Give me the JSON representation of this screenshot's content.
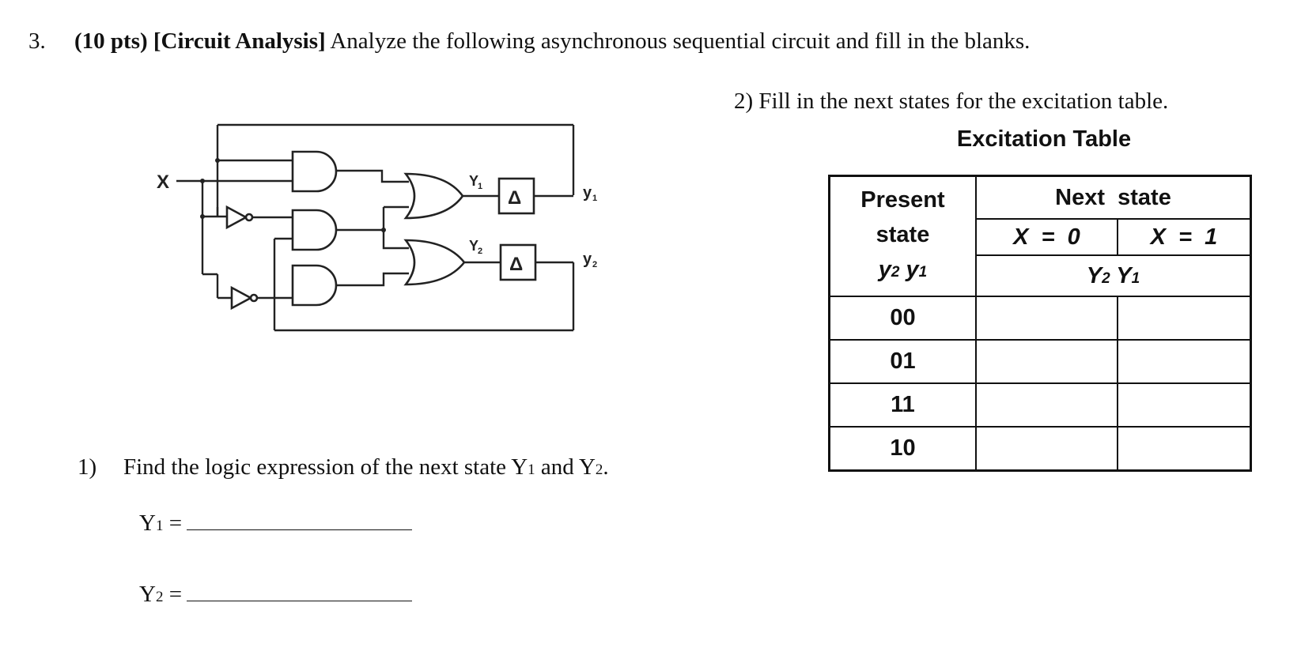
{
  "question": {
    "number": "3.",
    "points": "(10 pts)",
    "topic": "[Circuit Analysis]",
    "prompt": "Analyze the following asynchronous sequential circuit and fill in the blanks."
  },
  "circuit": {
    "input_label": "X",
    "excitation_labels": [
      "Y",
      "Y"
    ],
    "excitation_subscripts": [
      "1",
      "2"
    ],
    "output_labels": [
      "y",
      "y"
    ],
    "output_subscripts": [
      "1",
      "2"
    ],
    "delay_symbol": "Δ"
  },
  "part1": {
    "number": "1)",
    "text_a": "Find the logic expression of the next state Y",
    "sub_a": "1",
    "text_b": " and Y",
    "sub_b": "2",
    "text_c": ".",
    "eq1_label": "Y",
    "eq1_sub": "1",
    "eq1_eq": " =",
    "eq2_label": "Y",
    "eq2_sub": "2",
    "eq2_eq": " ="
  },
  "part2": {
    "number": "2)",
    "text": "Fill in the next states for the excitation table."
  },
  "table": {
    "title": "Excitation Table",
    "present_head": [
      "Present",
      "state"
    ],
    "present_vars": {
      "a": "y",
      "a_sub": "2",
      "b": " y",
      "b_sub": "1"
    },
    "next_head": "Next  state",
    "col_x0": "X  =  0",
    "col_x1": "X  =  1",
    "next_vars": {
      "a": "Y",
      "a_sub": "2",
      "b": " Y",
      "b_sub": "1"
    },
    "rows": [
      "00",
      "01",
      "11",
      "10"
    ]
  }
}
